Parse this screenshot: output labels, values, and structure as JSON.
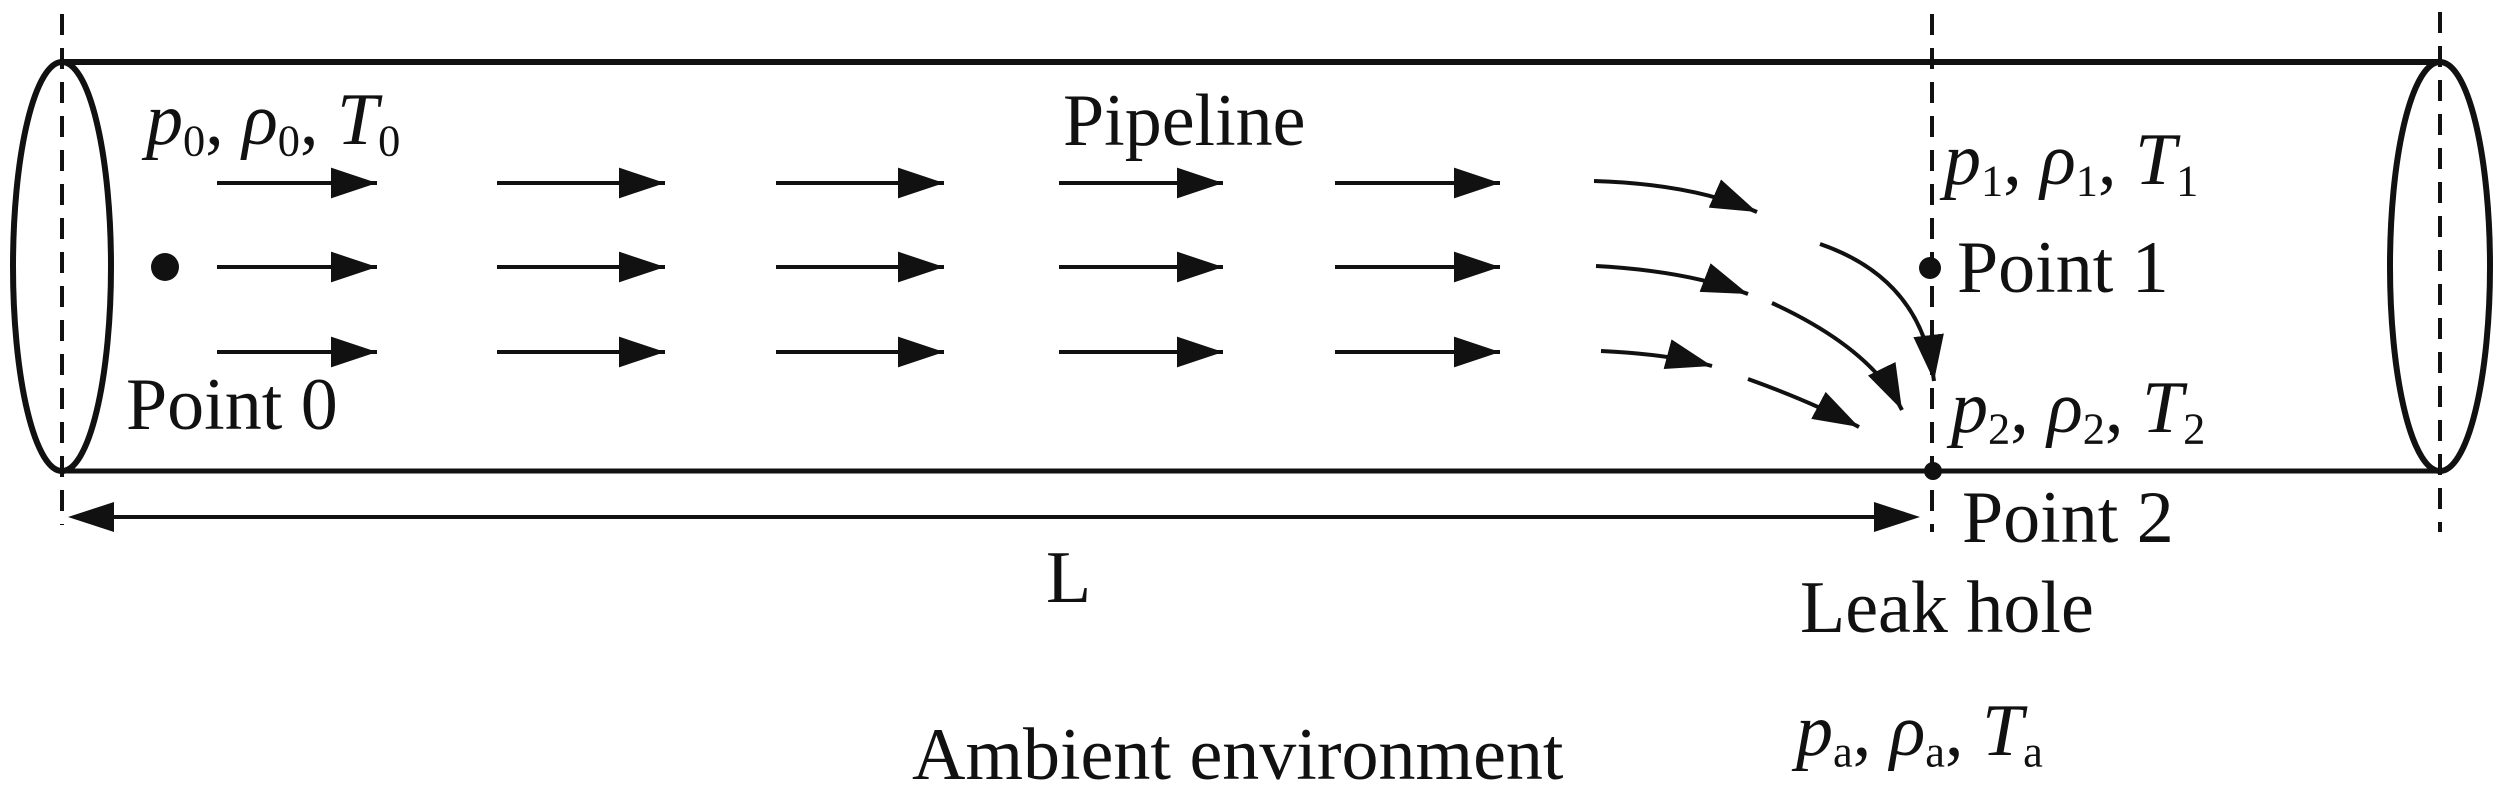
{
  "figure": {
    "kind": "pipeline-leak-schematic",
    "background": "#ffffff"
  },
  "colors": {
    "ink": "#111111",
    "background": "#ffffff"
  },
  "labels": {
    "pipeline": "Pipeline",
    "point0": "Point 0",
    "point1": "Point 1",
    "point2": "Point 2",
    "leak_hole": "Leak hole",
    "ambient_environment": "Ambient environment",
    "length_symbol": "L",
    "p0": {
      "sym1": "p",
      "sub1": "0",
      "sep1": ", ",
      "sym2": "ρ",
      "sub2": "0",
      "sep2": ", ",
      "sym3": "T",
      "sub3": "0"
    },
    "p1": {
      "sym1": "p",
      "sub1": "1",
      "sep1": ", ",
      "sym2": "ρ",
      "sub2": "1",
      "sep2": ", ",
      "sym3": "T",
      "sub3": "1"
    },
    "p2": {
      "sym1": "p",
      "sub1": "2",
      "sep1": ", ",
      "sym2": "ρ",
      "sub2": "2",
      "sep2": ", ",
      "sym3": "T",
      "sub3": "2"
    },
    "pa": {
      "sym1": "p",
      "sub1": "a",
      "sep1": ", ",
      "sym2": "ρ",
      "sub2": "a",
      "sep2": ", ",
      "sym3": "T",
      "sub3": "a"
    }
  }
}
